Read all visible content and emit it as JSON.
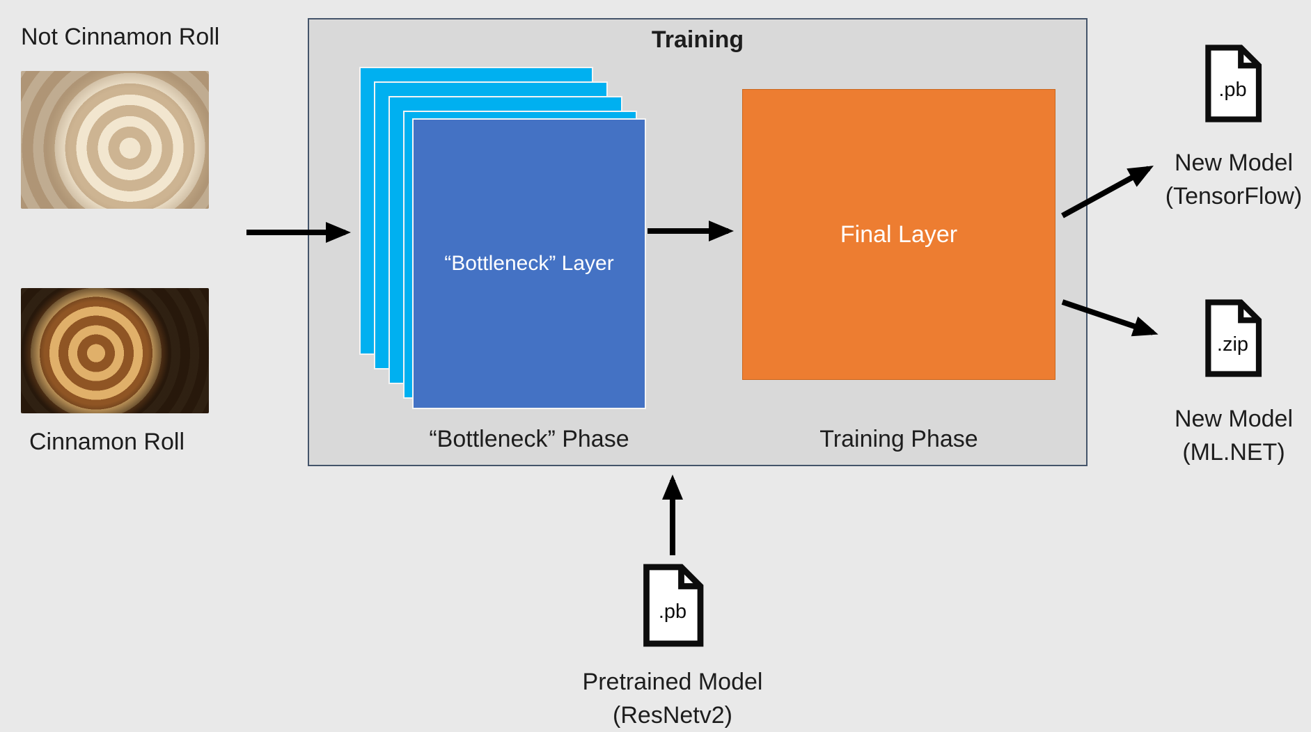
{
  "diagram": {
    "title": "Training",
    "inputs": {
      "not_cinnamon_label": "Not Cinnamon Roll",
      "cinnamon_label": "Cinnamon Roll"
    },
    "training": {
      "bottleneck_layer": "“Bottleneck” Layer",
      "bottleneck_phase": "“Bottleneck” Phase",
      "final_layer": "Final Layer",
      "training_phase": "Training Phase"
    },
    "outputs": {
      "tensorflow": {
        "ext": ".pb",
        "line1": "New Model",
        "line2": "(TensorFlow)"
      },
      "mlnet": {
        "ext": ".zip",
        "line1": "New Model",
        "line2": "(ML.NET)"
      }
    },
    "pretrained": {
      "ext": ".pb",
      "line1": "Pretrained Model",
      "line2": "(ResNetv2)"
    }
  },
  "colors": {
    "background": "#e9e9e9",
    "training_box_fill": "#d9d9d9",
    "training_box_border": "#44546a",
    "bottleneck_back_layers": "#00b0f0",
    "bottleneck_front_layer": "#4472c4",
    "final_layer_fill": "#ed7d31",
    "arrow": "#000000",
    "text": "#1d1d1d"
  }
}
